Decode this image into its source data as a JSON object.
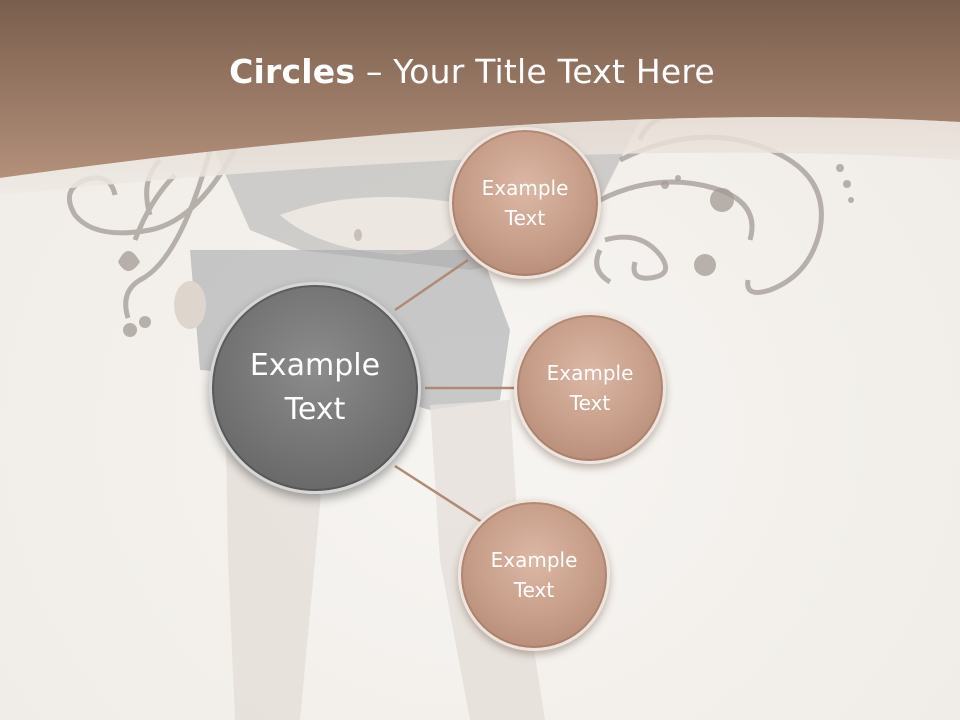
{
  "slide": {
    "title_bold": "Circles",
    "title_rest": " – Your Title Text Here"
  },
  "center": {
    "line1": "Example",
    "line2": "Text"
  },
  "satellites": [
    {
      "line1": "Example",
      "line2": "Text"
    },
    {
      "line1": "Example",
      "line2": "Text"
    },
    {
      "line1": "Example",
      "line2": "Text"
    }
  ],
  "colors": {
    "header_brown": "#a67d65",
    "satellite_fill": "#c59c87",
    "center_fill": "#737373",
    "connector": "#b08a74"
  }
}
